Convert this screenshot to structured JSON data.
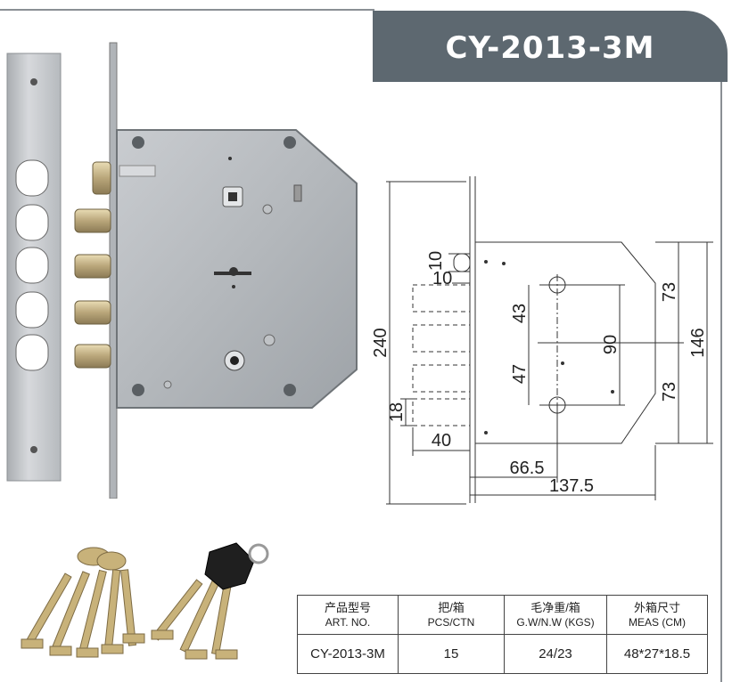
{
  "title": "CY-2013-3M",
  "drawing": {
    "dimensions": {
      "height_total": "240",
      "pin_gap_top": "10",
      "pin_offset": "10",
      "upper_to_keyhole": "43",
      "keyhole_to_lower": "47",
      "hole_spacing": "90",
      "half_top": "73",
      "half_bottom": "73",
      "case_height": "146",
      "bolt_height": "18",
      "bolt_throw": "40",
      "backset": "66.5",
      "case_width": "137.5"
    }
  },
  "spec_table": {
    "headers": [
      {
        "cn": "产品型号",
        "en": "ART. NO."
      },
      {
        "cn": "把/箱",
        "en": "PCS/CTN"
      },
      {
        "cn": "毛净重/箱",
        "en": "G.W/N.W (KGS)"
      },
      {
        "cn": "外箱尺寸",
        "en": "MEAS (CM)"
      }
    ],
    "row": {
      "art_no": "CY-2013-3M",
      "pcs_ctn": "15",
      "weight": "24/23",
      "meas": "48*27*18.5"
    }
  }
}
